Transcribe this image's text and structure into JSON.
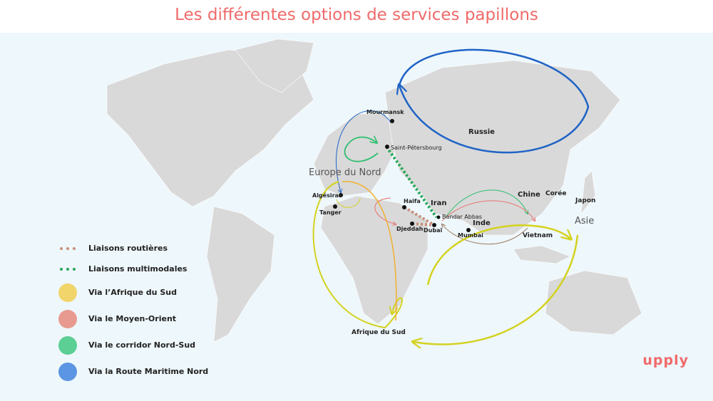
{
  "title": "Les différentes options de services papillons",
  "colors": {
    "title": "#f06a6a",
    "land": "#d9d9d9",
    "sea": "#eef7fb",
    "south_africa": "#d4d21e",
    "middle_east": "#e8736e",
    "north_south": "#2fbf71",
    "northern_sea": "#1f63c6",
    "road": "#c8907a",
    "multimodal": "#27a85a"
  },
  "regions": {
    "russie": "Russie",
    "europe": "Europe du Nord",
    "asie": "Asie",
    "chine": "Chine",
    "coree": "Corée",
    "japon": "Japon",
    "iran": "Iran",
    "inde": "Inde",
    "vietnam": "Vietnam",
    "afrique_sud": "Afrique du Sud"
  },
  "cities": {
    "mourmansk": "Mourmansk",
    "saint_petersbourg": "Saint-Pétersbourg",
    "algesiras": "Algésiras",
    "tanger": "Tanger",
    "haifa": "Haifa",
    "djeddah": "Djeddah",
    "dubai": "Dubaï",
    "bandar_abbas": "Bandar Abbas",
    "mumbai": "Mumbai"
  },
  "legend": [
    {
      "label": "Liaisons routières",
      "kind": "dash",
      "color": "#c8907a"
    },
    {
      "label": "Liaisons multimodales",
      "kind": "dash",
      "color": "#27a85a"
    },
    {
      "label": "Via l’Afrique du Sud",
      "kind": "dot",
      "color": "#f1d46a"
    },
    {
      "label": "Via le Moyen-Orient",
      "kind": "dot",
      "color": "#e99a90"
    },
    {
      "label": "Via le corridor Nord-Sud",
      "kind": "dot",
      "color": "#5ccf95"
    },
    {
      "label": "Via la Route Maritime Nord",
      "kind": "dot",
      "color": "#5b95e3"
    }
  ],
  "logo": "upply"
}
